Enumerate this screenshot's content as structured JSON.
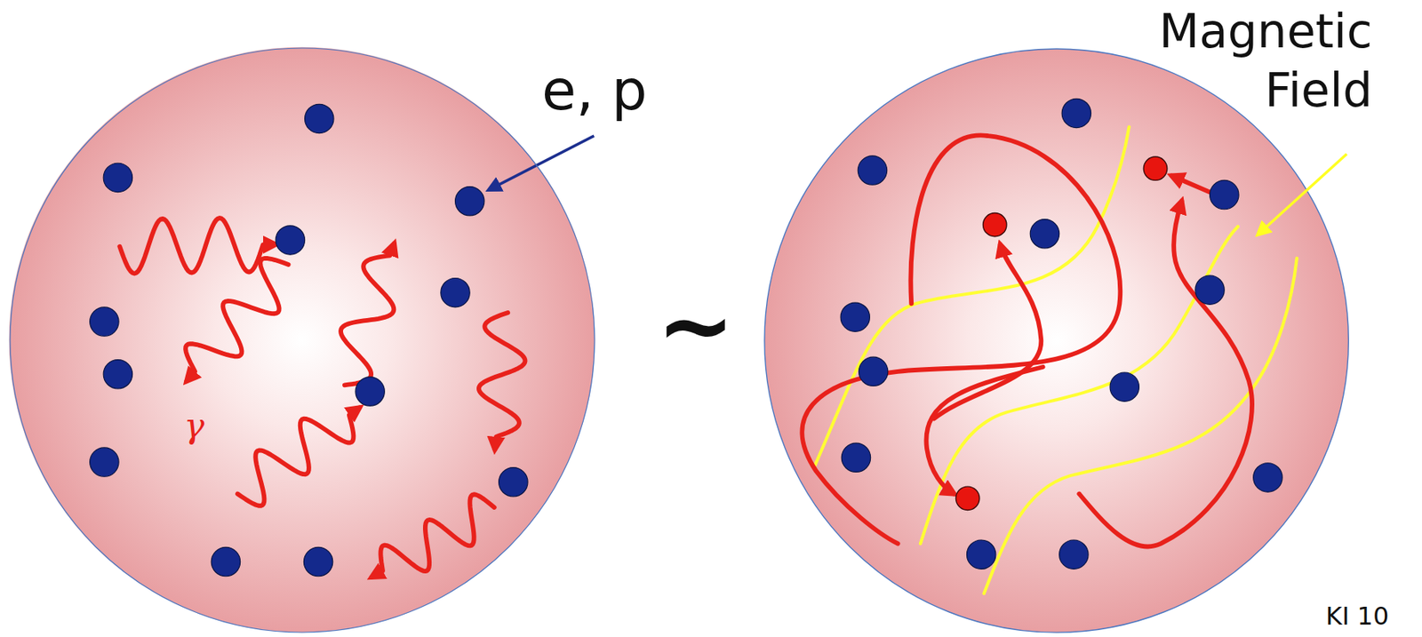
{
  "diagram": {
    "nodes": [
      {
        "text": [
          "γ"
        ]
      }
    ],
    "labels": [
      "e, p",
      "~",
      "Magnetic Field",
      "KI 10"
    ]
  }
}
